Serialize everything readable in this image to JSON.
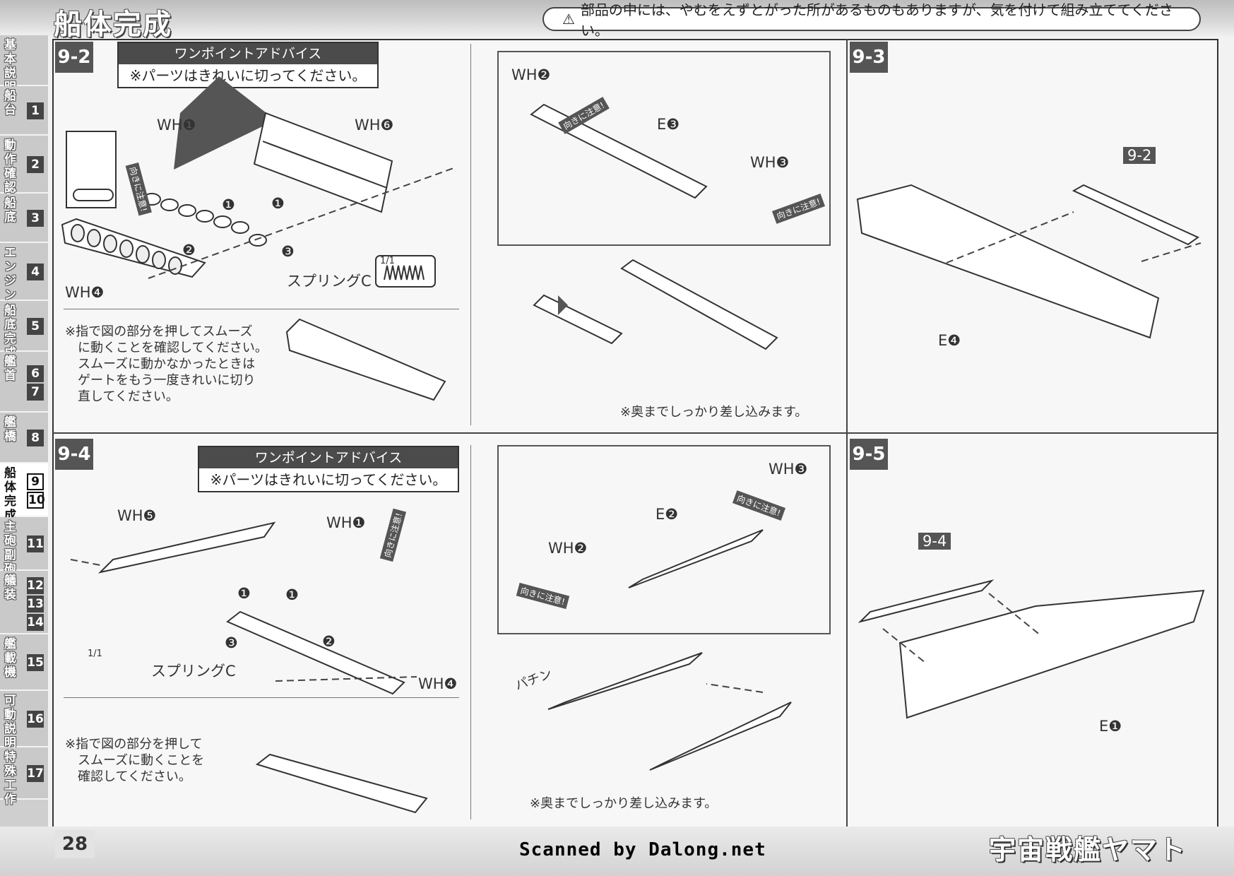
{
  "header": {
    "title": "船体完成",
    "warning_icon": "warning-triangle-icon",
    "warning_text": "部品の中には、やむをえずとがった所があるものもありますが、気を付けて組み立ててください。"
  },
  "sidebar": {
    "items": [
      {
        "label": "基本説明",
        "nums": []
      },
      {
        "label": "船台",
        "nums": [
          "1"
        ]
      },
      {
        "label": "動作確認",
        "nums": [
          "2"
        ]
      },
      {
        "label": "船底",
        "nums": [
          "3"
        ]
      },
      {
        "label": "エンジン",
        "nums": [
          "4"
        ]
      },
      {
        "label": "船底完成",
        "nums": [
          "5"
        ]
      },
      {
        "label": "艦首",
        "nums": [
          "6",
          "7"
        ]
      },
      {
        "label": "艦橋",
        "nums": [
          "8"
        ]
      },
      {
        "label": "船体完成",
        "nums": [
          "9",
          "10"
        ],
        "active": true
      },
      {
        "label": "主砲副砲",
        "nums": [
          "11"
        ]
      },
      {
        "label": "艤装",
        "nums": [
          "12",
          "13",
          "14"
        ]
      },
      {
        "label": "艦載機",
        "nums": [
          "15"
        ]
      },
      {
        "label": "可動説明",
        "nums": [
          "16"
        ]
      },
      {
        "label": "特殊工作",
        "nums": [
          "17"
        ]
      }
    ]
  },
  "steps": {
    "s92": {
      "label": "9-2",
      "advice_title": "ワンポイントアドバイス",
      "advice_body": "※パーツはきれいに切ってください。",
      "parts": {
        "wh1": "WH❶",
        "wh6": "WH❻",
        "wh4": "WH❹",
        "spring": "スプリングC",
        "scale": "1/1"
      },
      "callouts": {
        "c1a": "❶",
        "c1b": "❶",
        "c2": "❷",
        "c3": "❸"
      },
      "caution": "向きに注意!",
      "note": [
        "※指で図の部分を押してスムーズ",
        "に動くことを確認してください。",
        "スムーズに動かなかったときは",
        "ゲートをもう一度きれいに切り",
        "直してください。"
      ],
      "sub_parts": {
        "wh2": "WH❷",
        "e3": "E❸",
        "wh3": "WH❸"
      },
      "sub_cautions": [
        "向きに注意!",
        "向きに注意!"
      ],
      "insert_note": "※奥までしっかり差し込みます。"
    },
    "s93": {
      "label": "9-3",
      "ref": "9-2",
      "part": "E❹"
    },
    "s94": {
      "label": "9-4",
      "advice_title": "ワンポイントアドバイス",
      "advice_body": "※パーツはきれいに切ってください。",
      "parts": {
        "wh5": "WH❺",
        "wh1": "WH❶",
        "wh4": "WH❹",
        "spring": "スプリングC",
        "scale": "1/1"
      },
      "callouts": {
        "c1a": "❶",
        "c1b": "❶",
        "c2": "❷",
        "c3": "❸"
      },
      "caution": "向きに注意!",
      "note": [
        "※指で図の部分を押して",
        "スムーズに動くことを",
        "確認してください。"
      ],
      "sub_parts": {
        "wh3": "WH❸",
        "e2": "E❷",
        "wh2": "WH❷"
      },
      "sub_cautions": [
        "向きに注意!",
        "向きに注意!"
      ],
      "sfx": "パチン",
      "insert_note": "※奥までしっかり差し込みます。"
    },
    "s95": {
      "label": "9-5",
      "ref": "9-4",
      "part": "E❶"
    }
  },
  "footer": {
    "page_number": "28",
    "scanned": "Scanned by Dalong.net",
    "book_title": "宇宙戦艦ヤマト"
  }
}
